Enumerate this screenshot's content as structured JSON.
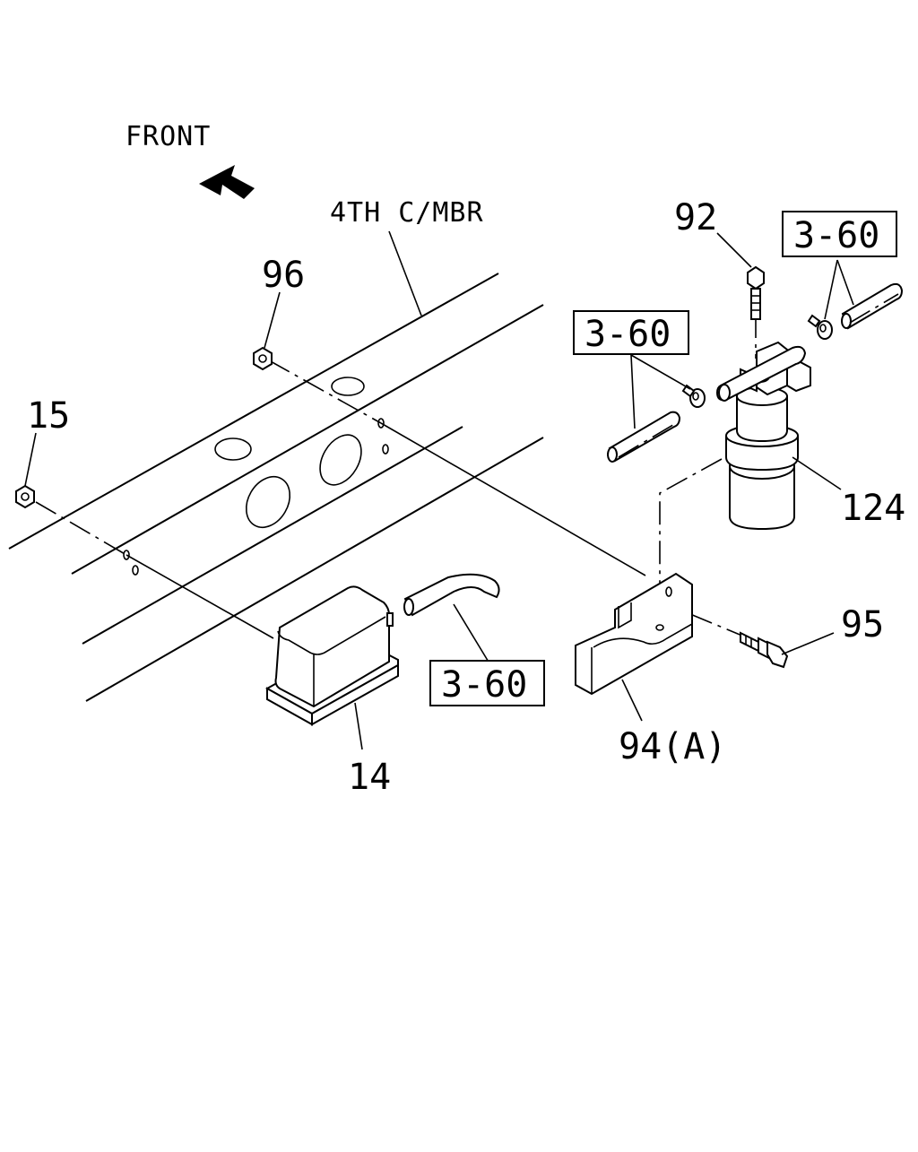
{
  "diagram": {
    "front_label": "FRONT",
    "member_label": "4TH C/MBR",
    "callouts": {
      "p15": "15",
      "p96": "96",
      "p92": "92",
      "p124": "124",
      "p95": "95",
      "p14": "14",
      "p94": "94(A)"
    },
    "refs": {
      "ref_top_right": "3-60",
      "ref_mid": "3-60",
      "ref_bottom": "3-60"
    }
  }
}
